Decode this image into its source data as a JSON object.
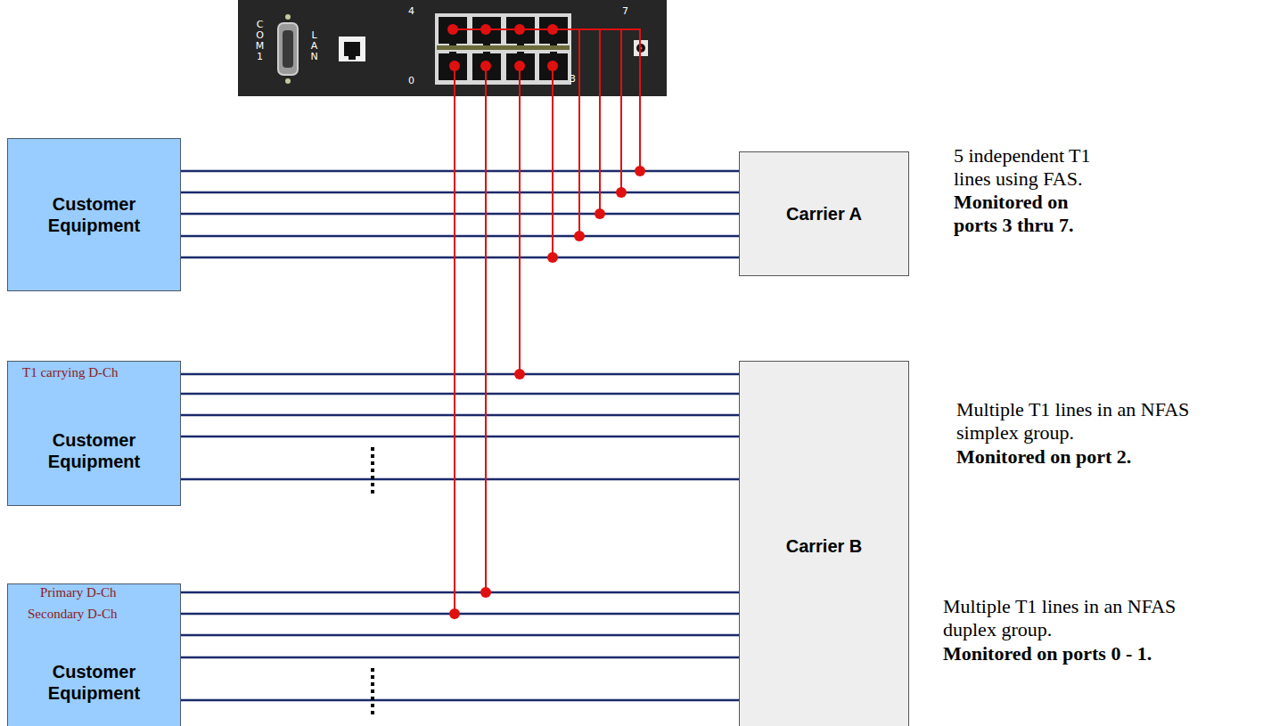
{
  "diagram": {
    "nodes": [
      {
        "text": [
          "COM1",
          "LAN",
          "4",
          "7",
          "0",
          "3"
        ]
      },
      {
        "text": [
          "Customer Equipment"
        ]
      },
      {
        "text": [
          "Carrier A"
        ]
      },
      {
        "text": [
          "T1 carrying D-Ch",
          "Customer Equipment"
        ]
      },
      {
        "text": [
          "Carrier B"
        ]
      },
      {
        "text": [
          "Primary D-Ch",
          "Secondary D-Ch",
          "Customer Equipment"
        ]
      }
    ],
    "edges": [
      {
        "from": 1,
        "to": 2,
        "arrow": "none"
      },
      {
        "from": 1,
        "to": 2,
        "arrow": "none"
      },
      {
        "from": 1,
        "to": 2,
        "arrow": "none"
      },
      {
        "from": 1,
        "to": 2,
        "arrow": "none"
      },
      {
        "from": 1,
        "to": 2,
        "arrow": "none"
      },
      {
        "from": 3,
        "to": 4,
        "arrow": "none"
      },
      {
        "from": 3,
        "to": 4,
        "arrow": "none"
      },
      {
        "from": 3,
        "to": 4,
        "arrow": "none"
      },
      {
        "from": 3,
        "to": 4,
        "arrow": "none"
      },
      {
        "from": 3,
        "to": 4,
        "arrow": "none"
      },
      {
        "from": 5,
        "to": 4,
        "arrow": "none"
      },
      {
        "from": 5,
        "to": 4,
        "arrow": "none"
      },
      {
        "from": 5,
        "to": 4,
        "arrow": "none"
      },
      {
        "from": 5,
        "to": 4,
        "arrow": "none"
      },
      {
        "from": 5,
        "to": 4,
        "arrow": "none"
      }
    ],
    "labels": [
      "5 independent T1 lines using FAS.",
      "Monitored on ports 3 thru 7.",
      "Multiple T1 lines in an NFAS simplex group.",
      "Monitored on port 2.",
      "Multiple T1 lines in an NFAS duplex group.",
      "Monitored on ports 0 - 1."
    ]
  }
}
